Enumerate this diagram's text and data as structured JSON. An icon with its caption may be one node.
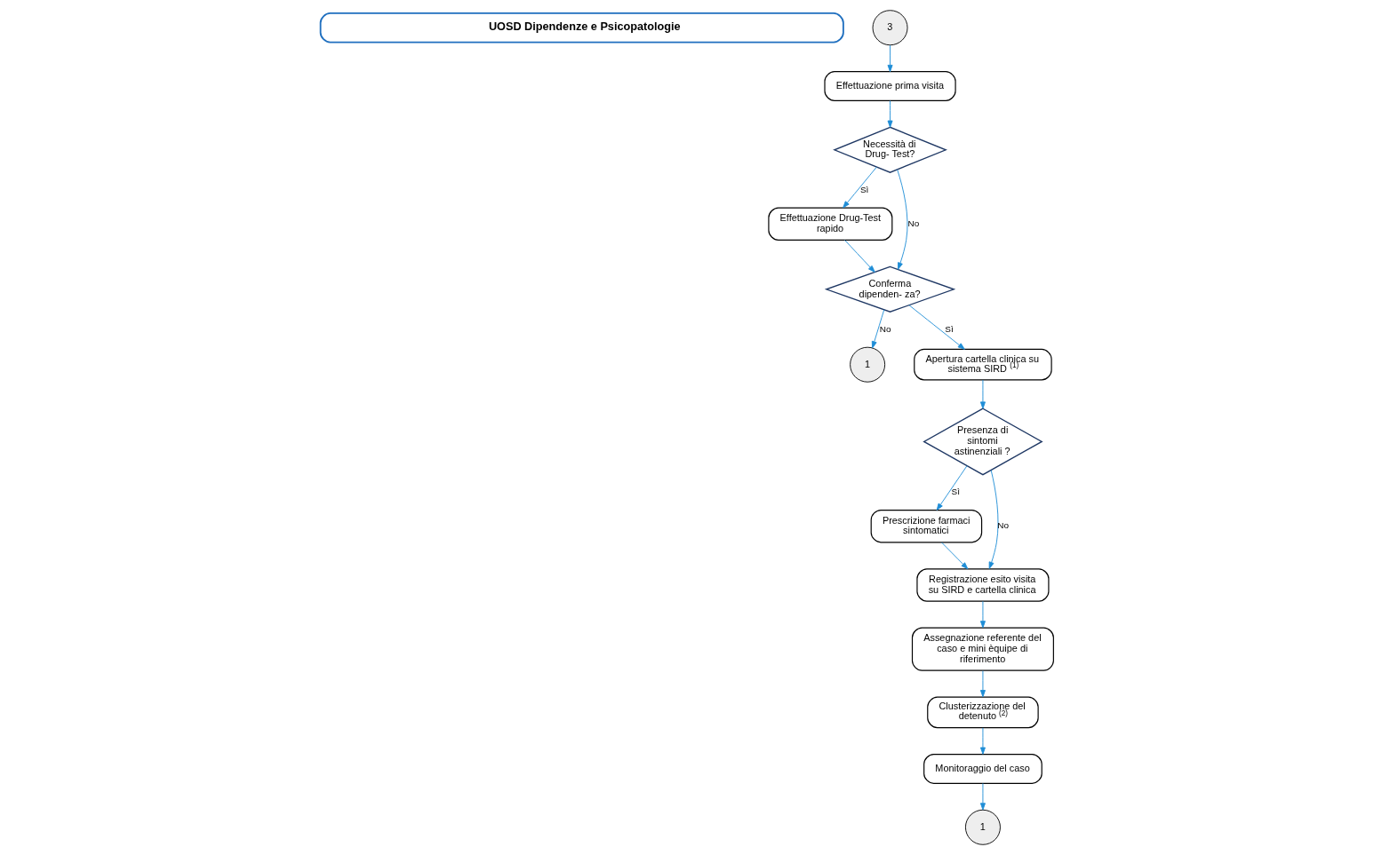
{
  "diagram": {
    "nodes": [
      {
        "text": [
          "UOSD Dipendenze e Psicopatologie"
        ]
      },
      {
        "text": [
          "3"
        ]
      },
      {
        "text": [
          "Effettuazione prima visita"
        ]
      },
      {
        "text": [
          "Necessità di Drug- Test?"
        ]
      },
      {
        "text": [
          "Effettuazione Drug-Test rapido"
        ]
      },
      {
        "text": [
          "Conferma dipenden- za?"
        ]
      },
      {
        "text": [
          "1"
        ]
      },
      {
        "text": [
          "Apertura cartella clinica su sistema SIRD $^{(1)}$"
        ]
      },
      {
        "text": [
          "Presenza di sintomi astinenziali ?"
        ]
      },
      {
        "text": [
          "Prescrizione farmaci sintomatici"
        ]
      },
      {
        "text": [
          "Registrazione esito visita su SIRD e cartella clinica"
        ]
      },
      {
        "text": [
          "Assegnazione referente del caso e mini èquipe di riferimento"
        ]
      },
      {
        "text": [
          "Clusterizzazione del detenuto $^{(2)}$"
        ]
      },
      {
        "text": [
          "Monitoraggio del caso"
        ]
      },
      {
        "text": [
          "1"
        ]
      }
    ],
    "edges": [
      {
        "from": 1,
        "to": 2,
        "arrow": "to"
      },
      {
        "from": 2,
        "to": 3,
        "arrow": "to"
      },
      {
        "from": 3,
        "to": 4,
        "arrow": "to",
        "label": "Sì"
      },
      {
        "from": 3,
        "to": 5,
        "arrow": "to",
        "label": "No"
      },
      {
        "from": 4,
        "to": 5,
        "arrow": "to"
      },
      {
        "from": 5,
        "to": 6,
        "arrow": "to",
        "label": "No"
      },
      {
        "from": 5,
        "to": 7,
        "arrow": "to",
        "label": "Sì"
      },
      {
        "from": 7,
        "to": 8,
        "arrow": "to"
      },
      {
        "from": 8,
        "to": 9,
        "arrow": "to",
        "label": "Sì"
      },
      {
        "from": 8,
        "to": 10,
        "arrow": "to",
        "label": "No"
      },
      {
        "from": 9,
        "to": 10,
        "arrow": "to"
      },
      {
        "from": 10,
        "to": 11,
        "arrow": "to"
      },
      {
        "from": 11,
        "to": 12,
        "arrow": "to"
      },
      {
        "from": 12,
        "to": 13,
        "arrow": "to"
      },
      {
        "from": 13,
        "to": 14,
        "arrow": "to"
      }
    ]
  }
}
